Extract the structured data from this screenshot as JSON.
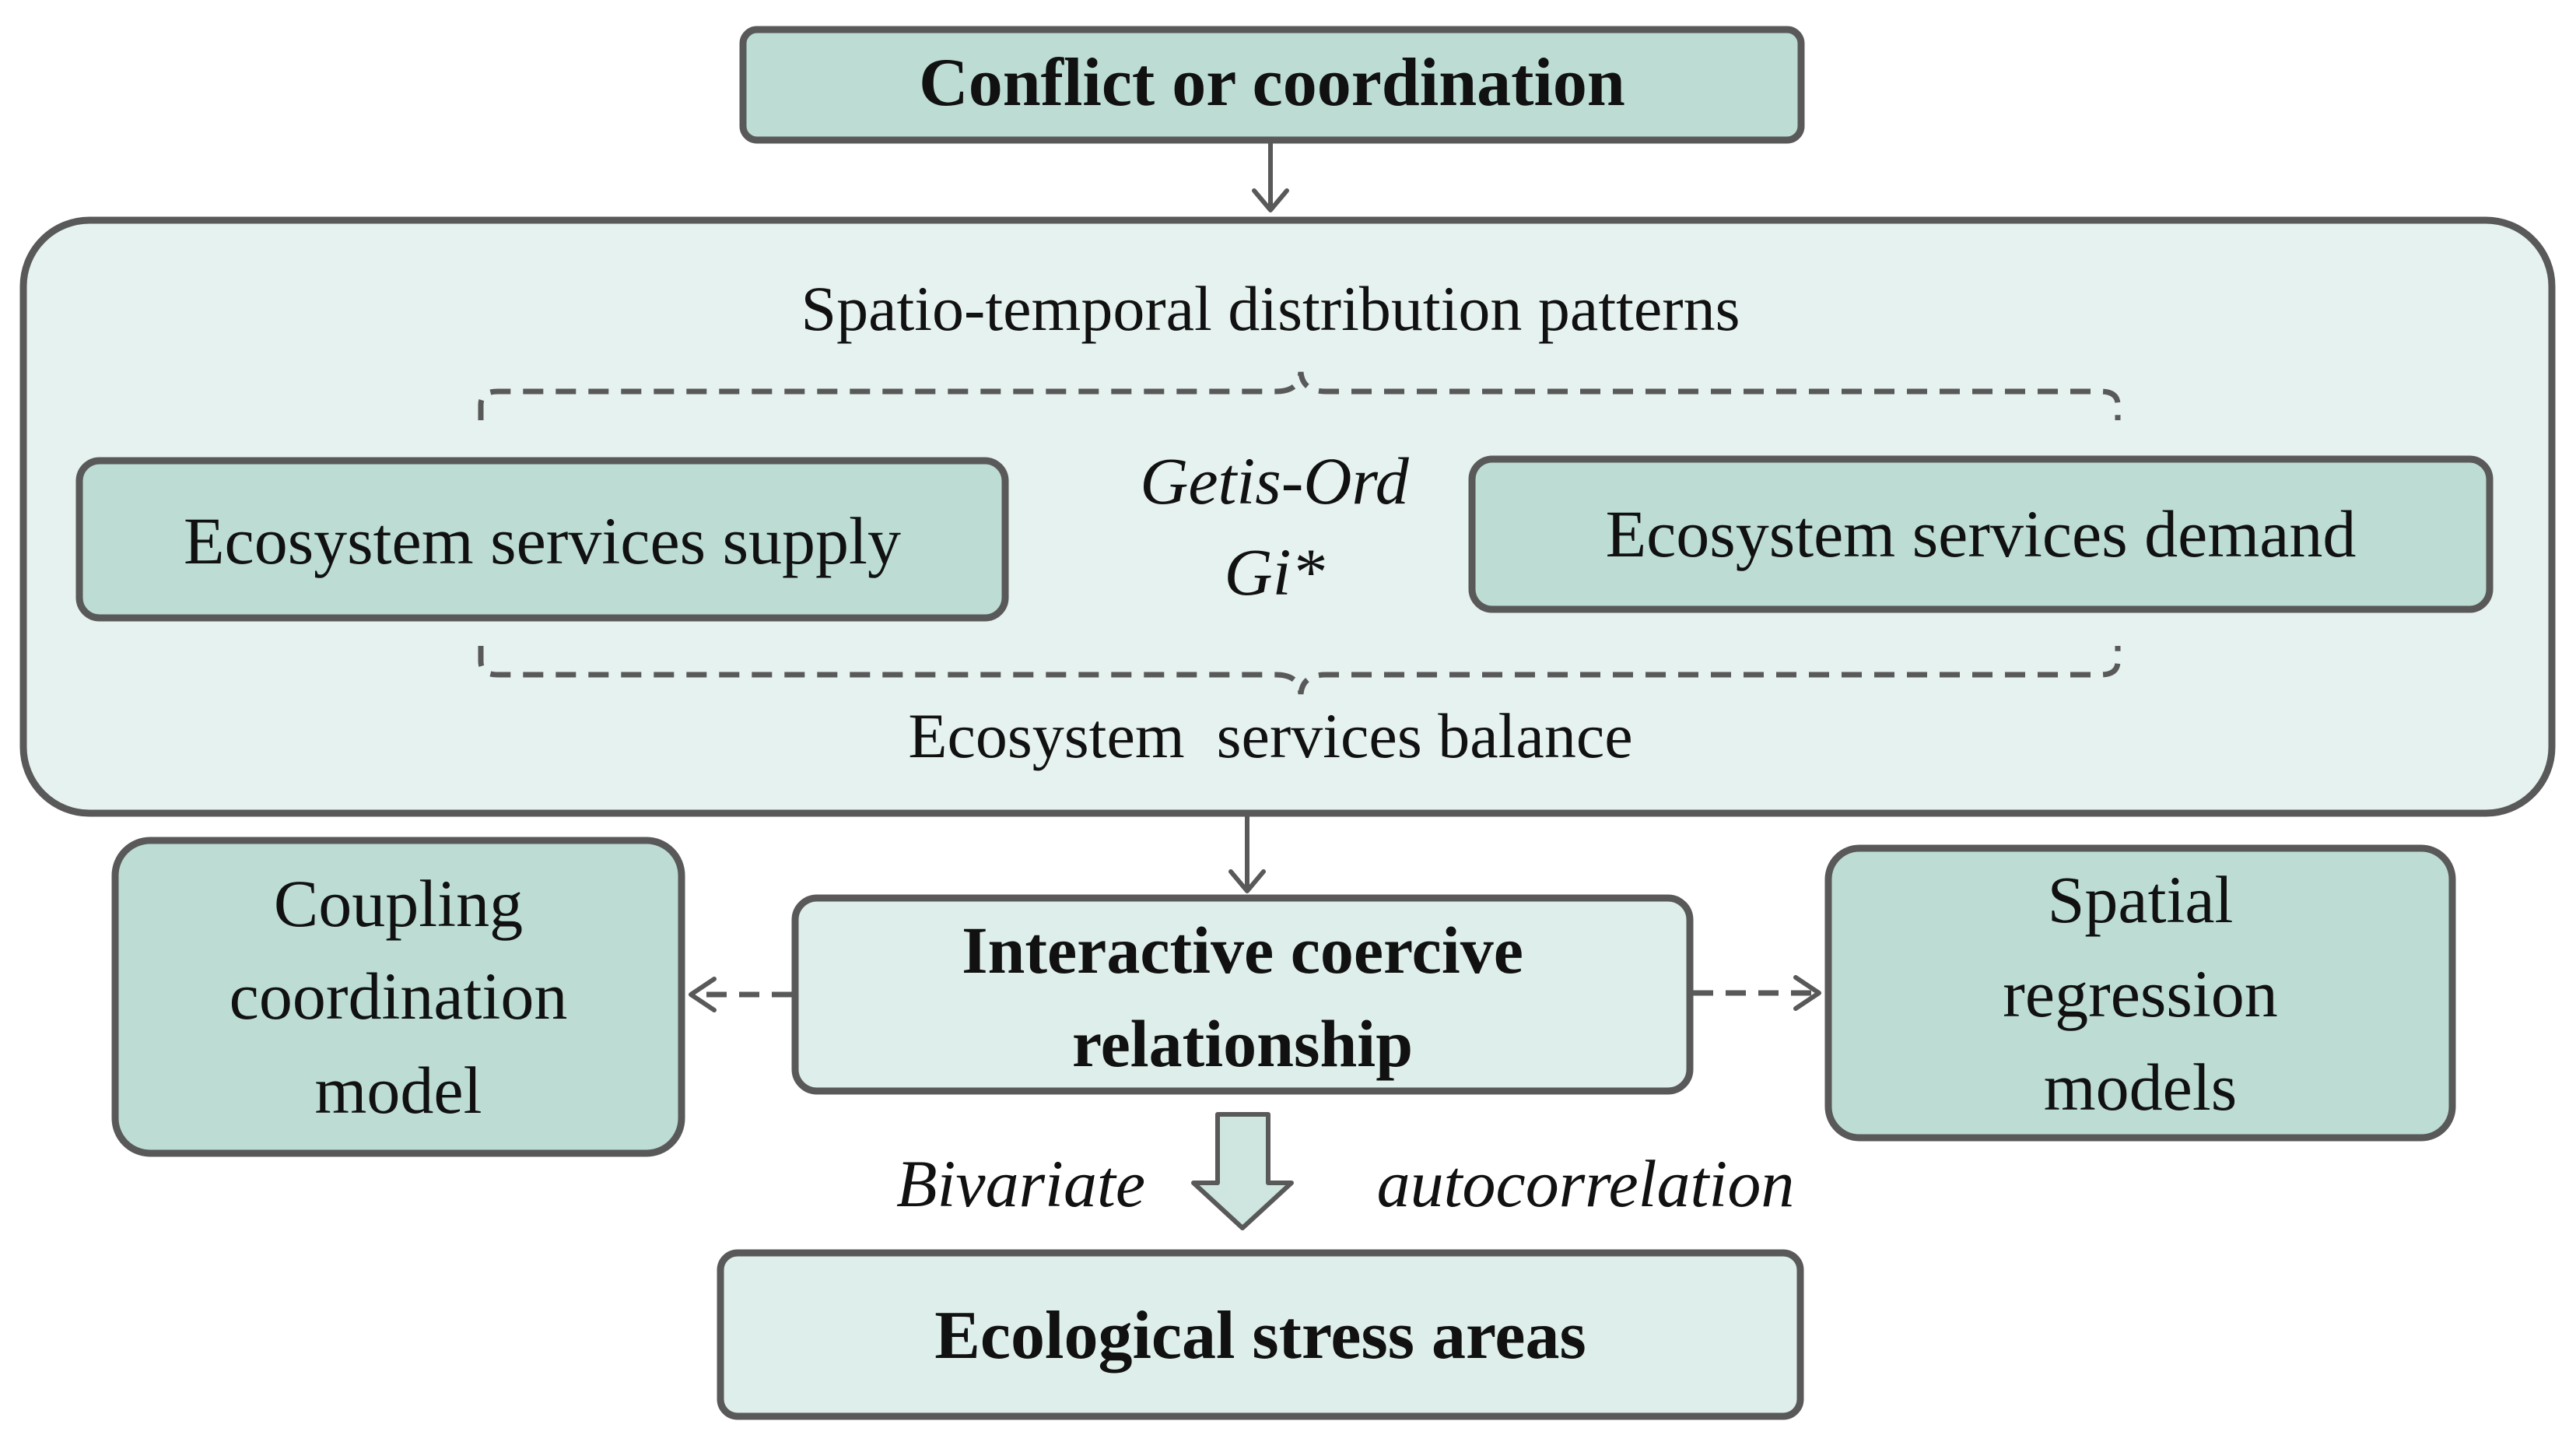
{
  "top_box": {
    "label": "Conflict or coordination"
  },
  "panel": {
    "top_label": "Spatio-temporal distribution patterns",
    "supply_label": "Ecosystem services supply",
    "method_line1": "Getis-Ord",
    "method_line2": "Gi*",
    "demand_label": "Ecosystem services demand",
    "bottom_label": "Ecosystem  services balance"
  },
  "center_box": {
    "line1": "Interactive coercive",
    "line2": "relationship"
  },
  "left_box": {
    "line1": "Coupling",
    "line2": "coordination",
    "line3": "model"
  },
  "right_box": {
    "line1": "Spatial",
    "line2": "regression",
    "line3": "models"
  },
  "bivariate_label": "Bivariate",
  "autocorrelation_label": "autocorrelation",
  "bottom_box": {
    "label": "Ecological stress areas"
  },
  "colors": {
    "dark_fill": "#bcdcd4",
    "light_fill": "#deeeea",
    "panel_fill": "#e5f2ef",
    "stroke": "#595959"
  }
}
